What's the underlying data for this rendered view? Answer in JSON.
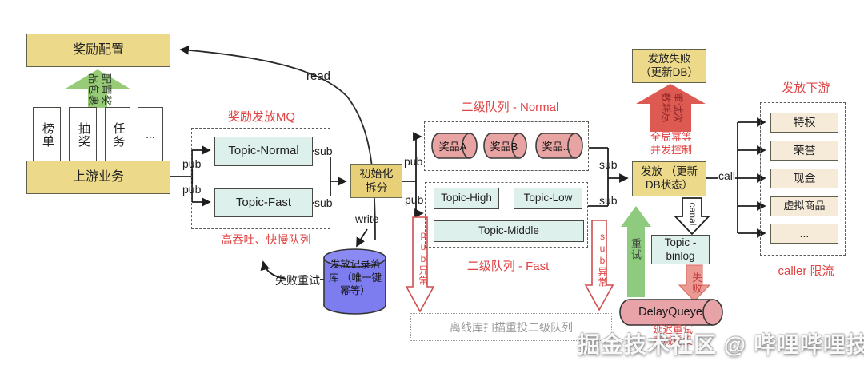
{
  "colors": {
    "accent_red": "#e04343",
    "box_yellow": "#ecd98a",
    "box_cyan": "#def0ec",
    "box_beige": "#f6ead8",
    "cylinder_pink": "#e8a3a3",
    "cylinder_blue": "#7d7df0",
    "arrow_green": "#97cb78",
    "arrow_red": "#dd5a52"
  },
  "upstream": {
    "config_box": "奖励配置",
    "title": "上游业务",
    "items": [
      "榜单",
      "抽奖",
      "任务",
      "..."
    ],
    "config_arrow": "配置奖\n品包裹"
  },
  "mq": {
    "title": "奖励发放MQ",
    "topics": [
      "Topic-Normal",
      "Topic-Fast"
    ],
    "caption": "高吞吐、快慢队列",
    "pub": "pub",
    "sub": "sub"
  },
  "init": {
    "label": "初始化\n拆分",
    "read": "read",
    "write": "write"
  },
  "db": {
    "label": "发放记录落\n库 （唯一键\n幂等）",
    "fail_retry": "失败重试"
  },
  "queue2_normal": {
    "title": "二级队列 - Normal",
    "cylinders": [
      "奖品A",
      "奖品B",
      "奖品..."
    ]
  },
  "queue2_fast": {
    "title": "二级队列 - Fast",
    "topics": [
      "Topic-High",
      "Topic-Low",
      "Topic-Middle"
    ]
  },
  "exceptions": {
    "pub": "pub异常",
    "sub": "sub异常",
    "offline": "离线库扫描重投二级队列"
  },
  "dispatch": {
    "label": "发放 （更新\nDB状态）",
    "fail_box": "发放失败\n（更新DB）",
    "retry_exhausted": "重试次\n数耗尽",
    "idempotent": "全局幂等\n并发控制",
    "call": "call",
    "canal": "canal",
    "binlog": "Topic -\nbinlog",
    "fail_down": "失败",
    "retry_up": "重试",
    "delay_queue": "DelayQueye",
    "delay_retry": "延迟重试\n衰减重投"
  },
  "downstream": {
    "title": "发放下游",
    "items": [
      "特权",
      "荣誉",
      "现金",
      "虚拟商品",
      "..."
    ],
    "caption": "caller 限流"
  },
  "watermark": "掘金技术社区 @ 哔哩哔哩技术"
}
